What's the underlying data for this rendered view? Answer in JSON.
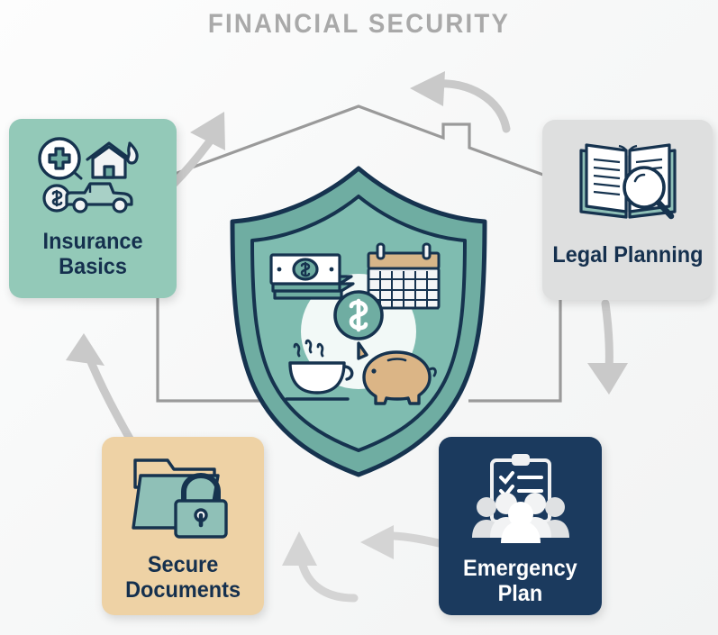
{
  "page": {
    "title": "FINANCIAL SECURITY",
    "title_color": "#a9a9a9",
    "background": "#f7f8f8"
  },
  "center": {
    "name": "shield",
    "shield_fill": "#6fada2",
    "shield_inner_fill": "#7fbcb0",
    "shield_stroke": "#16334f",
    "house_outline_color": "#9a9a9a",
    "icons": [
      {
        "name": "cash-stack-icon",
        "label": "Cash stack",
        "color": "#6fada2"
      },
      {
        "name": "calendar-icon",
        "label": "Calendar",
        "color": "#d7b689"
      },
      {
        "name": "dollar-coin-icon",
        "label": "Dollar coin",
        "color": "#6fada2"
      },
      {
        "name": "coffee-cup-icon",
        "label": "Coffee cup",
        "color": "#ffffff"
      },
      {
        "name": "piggy-bank-icon",
        "label": "Piggy bank",
        "color": "#dbb586"
      }
    ]
  },
  "cards": [
    {
      "id": "insurance",
      "label": "Insurance\nBasics",
      "background": "#93c9b8",
      "text_color": "#15304e",
      "icons": [
        "medical-cross-icon",
        "house-fire-icon",
        "car-dollar-icon"
      ]
    },
    {
      "id": "legal",
      "label": "Legal Planning",
      "background": "#dedfdf",
      "text_color": "#15304e",
      "icons": [
        "open-book-icon",
        "magnifier-icon"
      ]
    },
    {
      "id": "emergency",
      "label": "Emergency\nPlan",
      "background": "#1b3a5e",
      "text_color": "#ffffff",
      "icons": [
        "clipboard-checklist-icon",
        "group-people-icon"
      ]
    },
    {
      "id": "documents",
      "label": "Secure\nDocuments",
      "background": "#eed2a5",
      "text_color": "#15304e",
      "icons": [
        "folder-icon",
        "padlock-icon"
      ]
    }
  ],
  "arrows": [
    {
      "name": "arrow-documents-to-insurance",
      "direction": "up-left",
      "color": "#c8c8c8"
    },
    {
      "name": "arrow-insurance-to-top",
      "direction": "up-right",
      "color": "#c8c8c8"
    },
    {
      "name": "arrow-top-curve",
      "direction": "left",
      "color": "#c8c8c8"
    },
    {
      "name": "arrow-legal-to-emergency",
      "direction": "down",
      "color": "#c8c8c8"
    },
    {
      "name": "arrow-emergency-to-documents",
      "direction": "left",
      "color": "#d2d2d2"
    },
    {
      "name": "arrow-bottom-curve-up",
      "direction": "up",
      "color": "#d2d2d2"
    }
  ]
}
